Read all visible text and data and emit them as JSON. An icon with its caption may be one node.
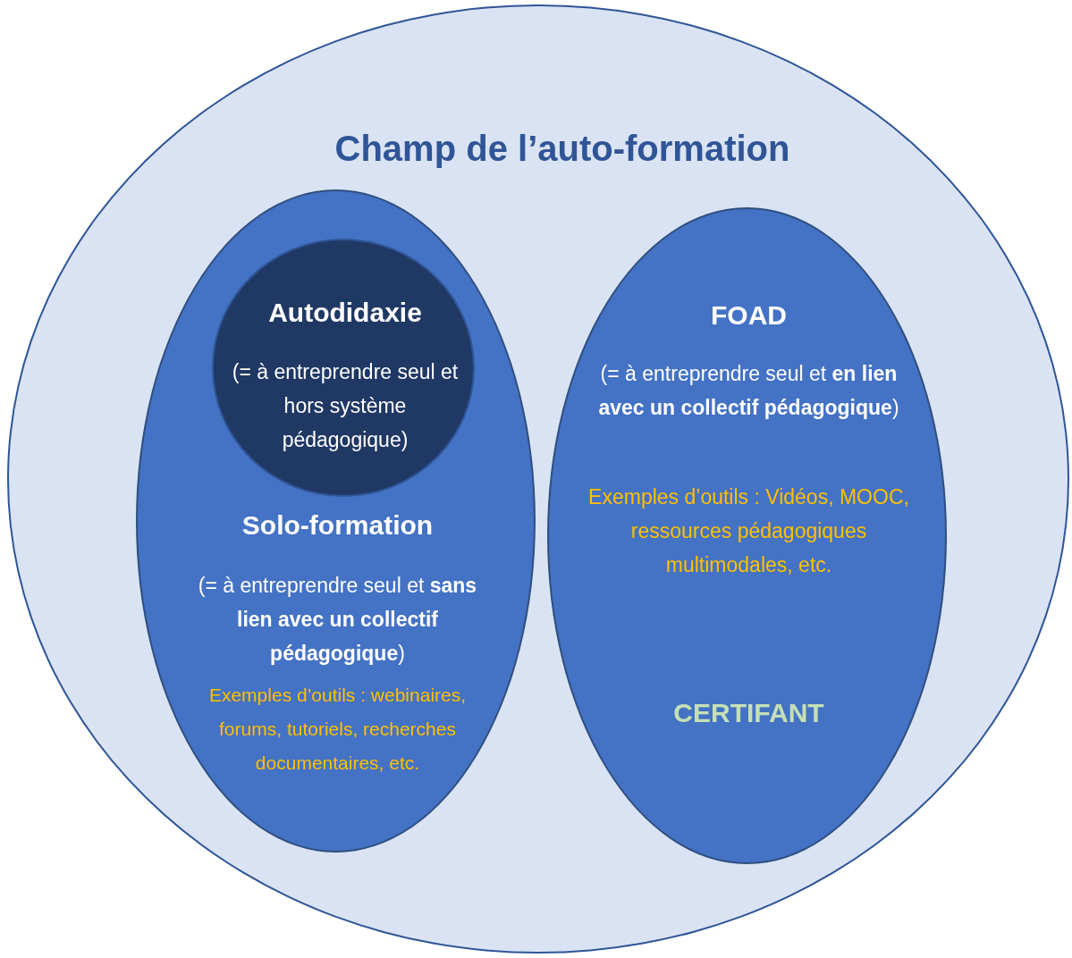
{
  "diagram": {
    "nodes": [
      {
        "text": [
          "Champ de l’auto-formation"
        ]
      },
      {
        "text": [
          "Solo-formation",
          "(= à entreprendre  seul et **sans lien avec un collectif pédagogique**)",
          "Exemples d’outils : webinaires, forums, tutoriels, recherches documentaires,  etc."
        ],
        "in": 0
      },
      {
        "text": [
          "Autodidaxie",
          "(= à entreprendre  seul et hors système pédagogique)"
        ],
        "in": 1
      },
      {
        "text": [
          "FOAD",
          "(= à entreprendre  seul et **en lien avec un collectif pédagogique**)",
          "Exemples  d’outils : Vidéos, MOOC, ressources pédagogiques multimodales, etc.",
          "CERTIFANT"
        ],
        "in": 0
      }
    ]
  }
}
